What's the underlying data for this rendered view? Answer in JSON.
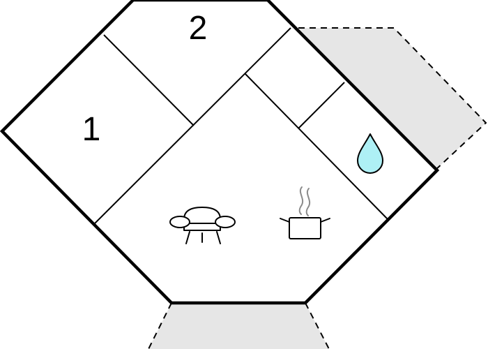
{
  "rooms": [
    {
      "id": "bedroom-1",
      "number": "1"
    },
    {
      "id": "bedroom-2",
      "number": "2"
    }
  ],
  "icons": [
    {
      "id": "living-area",
      "icon": "sofa-icon"
    },
    {
      "id": "kitchen",
      "icon": "cooking-pot-icon"
    },
    {
      "id": "bathroom",
      "icon": "water-drop-icon"
    }
  ],
  "colors": {
    "walls": "#000000",
    "terrace": "#e6e6e6",
    "water": "#aef0f5",
    "steam": "#8a8a8a"
  }
}
